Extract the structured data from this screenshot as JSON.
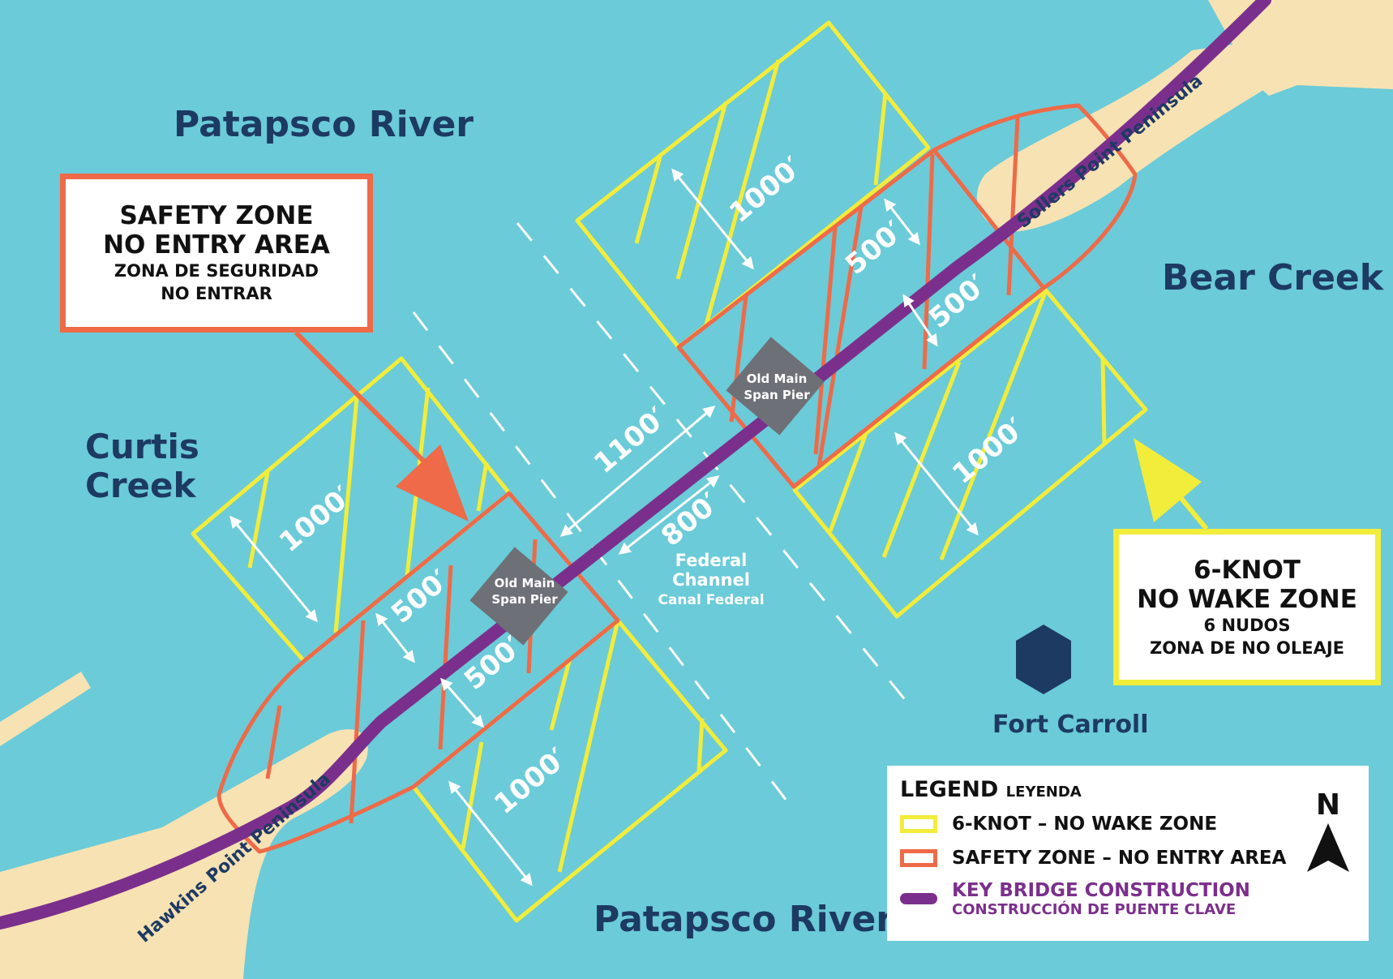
{
  "water_labels": {
    "patapsco_north": "Patapsco River",
    "patapsco_south": "Patapsco River",
    "bear_creek": "Bear Creek",
    "curtis_line1": "Curtis",
    "curtis_line2": "Creek",
    "fort_carroll": "Fort Carroll"
  },
  "peninsulas": {
    "sollers": "Sollers Point Peninsula",
    "hawkins": "Hawkins Point Peninsula"
  },
  "piers": {
    "line1": "Old Main",
    "line2": "Span Pier"
  },
  "channel": {
    "line1": "Federal",
    "line2": "Channel",
    "line3": "Canal Federal"
  },
  "dimensions": {
    "d1000_ne": "1000′",
    "d1000_se": "1000′",
    "d1000_nw": "1000′",
    "d1000_sw": "1000′",
    "d500_ne_n": "500′",
    "d500_ne_s": "500′",
    "d500_sw_n": "500′",
    "d500_sw_s": "500′",
    "d1100": "1100′",
    "d800": "800′"
  },
  "safety_callout": {
    "line1": "SAFETY ZONE",
    "line2": "NO ENTRY AREA",
    "line3": "ZONA DE SEGURIDAD",
    "line4": "NO ENTRAR"
  },
  "nowake_callout": {
    "line1": "6-KNOT",
    "line2": "NO WAKE ZONE",
    "line3": "6 NUDOS",
    "line4": "ZONA DE NO OLEAJE"
  },
  "legend": {
    "title": "LEGEND",
    "title_sub": "LEYENDA",
    "items": [
      {
        "label": "6-KNOT – NO WAKE ZONE",
        "color": "#f2ec3a"
      },
      {
        "label": "SAFETY ZONE – NO ENTRY AREA",
        "color": "#ee6a48"
      },
      {
        "label": "KEY BRIDGE CONSTRUCTION",
        "sublabel": "CONSTRUCCIÓN DE PUENTE CLAVE",
        "color": "#7b2f8c"
      }
    ],
    "north": "N"
  },
  "colors": {
    "water": "#6bcbd8",
    "land": "#f7e2b4",
    "yellow": "#f2ec3a",
    "orange": "#ee6a48",
    "purple": "#7b2f8c",
    "pier": "#6e7077",
    "navy": "#1d3a63"
  }
}
